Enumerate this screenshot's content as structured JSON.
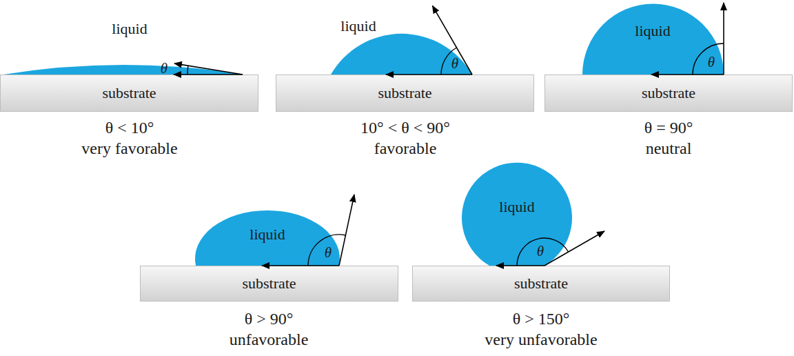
{
  "diagram": {
    "nodes": [
      {
        "text": [
          "liquid"
        ]
      },
      {
        "text": [
          "substrate"
        ]
      },
      {
        "text": [
          "liquid"
        ]
      },
      {
        "text": [
          "substrate"
        ]
      },
      {
        "text": [
          "liquid"
        ]
      },
      {
        "text": [
          "substrate"
        ]
      },
      {
        "text": [
          "liquid"
        ]
      },
      {
        "text": [
          "substrate"
        ]
      },
      {
        "text": [
          "liquid"
        ]
      },
      {
        "text": [
          "substrate"
        ]
      }
    ],
    "labels": [
      "θ",
      "θ < 10°",
      "very favorable",
      "θ",
      "10° < θ < 90°",
      "favorable",
      "θ",
      "θ = 90°",
      "neutral",
      "θ",
      "θ > 90°",
      "unfavorable",
      "θ",
      "θ > 150°",
      "very unfavorable"
    ]
  }
}
